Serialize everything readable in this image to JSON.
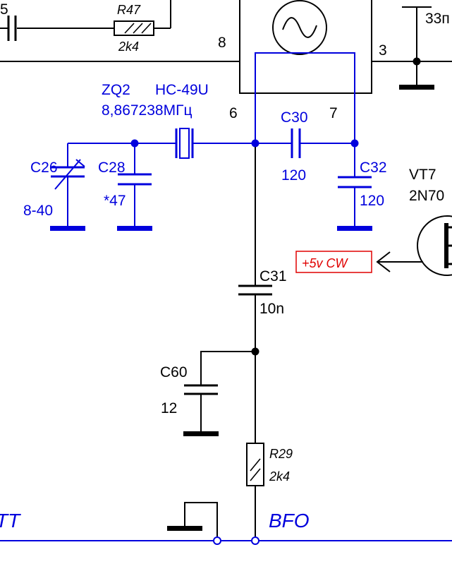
{
  "colors": {
    "black": "#000000",
    "blue": "#0000dd",
    "red": "#e00000",
    "background": "#ffffff"
  },
  "components": {
    "r47": {
      "ref": "R47",
      "value": "2k4"
    },
    "r29": {
      "ref": "R29",
      "value": "2k4"
    },
    "zq2": {
      "ref": "ZQ2",
      "package": "HC-49U",
      "frequency": "8,867238МГц"
    },
    "c26": {
      "ref": "C26",
      "value": "8-40"
    },
    "c28": {
      "ref": "C28",
      "value": "*47"
    },
    "c30": {
      "ref": "C30",
      "value": "120"
    },
    "c32": {
      "ref": "C32",
      "value": "120"
    },
    "c31": {
      "ref": "C31",
      "value": "10n"
    },
    "c60": {
      "ref": "C60",
      "value": "12"
    },
    "vt7": {
      "ref": "VT7",
      "part": "2N70"
    }
  },
  "pins": {
    "p8": "8",
    "p3": "3",
    "p6": "6",
    "p7": "7"
  },
  "partial_labels": {
    "top_left": "5",
    "top_right": "33п"
  },
  "nets": {
    "bfo": "BFO",
    "tt": "TT",
    "cw": "+5v CW"
  },
  "icons": [
    "oscillator-sine-icon",
    "crystal-icon",
    "ground-icon",
    "transistor-icon",
    "arrow-icon"
  ]
}
